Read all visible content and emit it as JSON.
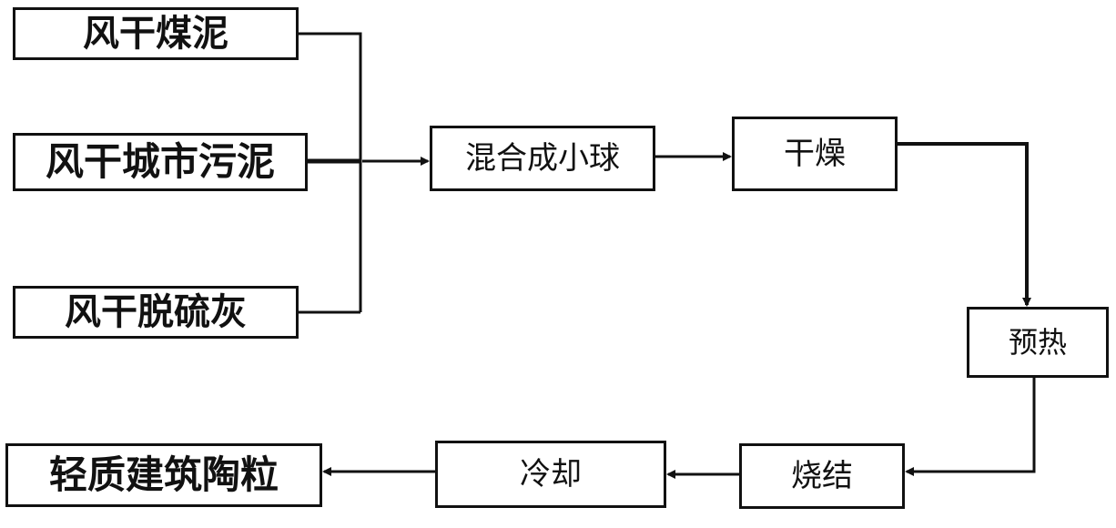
{
  "nodes": {
    "coal_sludge": "风干煤泥",
    "city_sludge": "风干城市污泥",
    "desulfurization_ash": "风干脱硫灰",
    "mix_balls": "混合成小球",
    "drying": "干燥",
    "preheating": "预热",
    "sintering": "烧结",
    "cooling": "冷却",
    "product": "轻质建筑陶粒"
  },
  "colors": {
    "stroke": "#111111",
    "background": "#ffffff"
  }
}
